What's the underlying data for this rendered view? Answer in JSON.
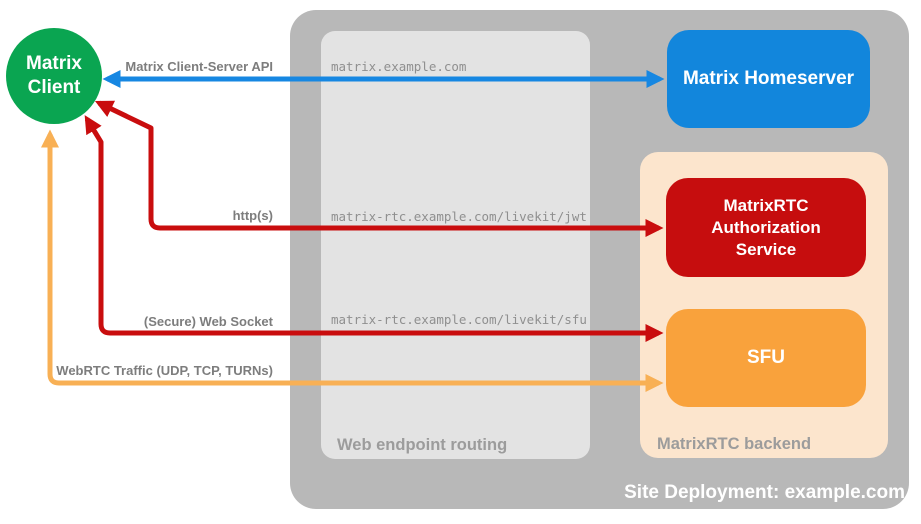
{
  "diagram_title": "Site Deployment: example.com",
  "nodes": {
    "client": {
      "label": "Matrix\nClient",
      "color": "#0aa551"
    },
    "homeserver": {
      "label": "Matrix Homeserver",
      "color": "#1286dc"
    },
    "auth_service": {
      "label": "MatrixRTC Authorization Service",
      "color": "#c60d0e"
    },
    "sfu": {
      "label": "SFU",
      "color": "#f9a23c"
    }
  },
  "groups": {
    "site_deployment": {
      "label": "Site Deployment: example.com",
      "color": "#b8b8b8"
    },
    "web_endpoint_routing": {
      "label": "Web endpoint routing",
      "color": "#e3e3e3"
    },
    "matrixrtc_backend": {
      "label": "MatrixRTC backend",
      "color": "#fce5cd"
    }
  },
  "connections": [
    {
      "protocol": "Matrix Client-Server API",
      "endpoint": "matrix.example.com",
      "from": "matrix-client",
      "to": "matrix-homeserver",
      "bidirectional": true,
      "color": "#1687e2"
    },
    {
      "protocol": "http(s)",
      "endpoint": "matrix-rtc.example.com/livekit/jwt",
      "from": "matrix-client",
      "to": "matrixrtc-authorization-service",
      "bidirectional": true,
      "color": "#c90d0e"
    },
    {
      "protocol": "(Secure) Web Socket",
      "endpoint": "matrix-rtc.example.com/livekit/sfu",
      "from": "matrix-client",
      "to": "sfu",
      "bidirectional": true,
      "color": "#c90d0e"
    },
    {
      "protocol": "WebRTC Traffic (UDP, TCP, TURNs)",
      "endpoint": "",
      "from": "matrix-client",
      "to": "sfu",
      "bidirectional": true,
      "color": "#f8b055"
    }
  ]
}
